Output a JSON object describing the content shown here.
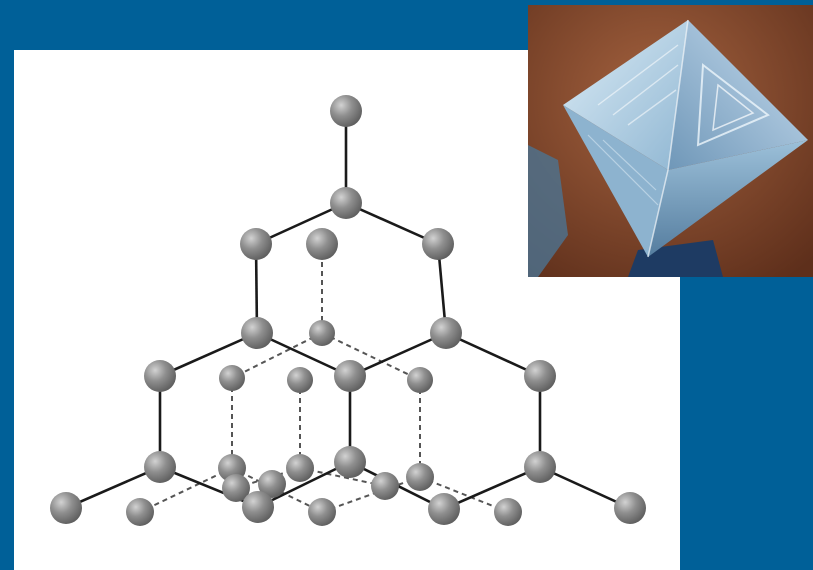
{
  "figure": {
    "subject": "diamond",
    "structure": "diamond-cubic-crystal-lattice",
    "bond_style": "solid-front-dashed-back",
    "atom_color": "#8c8c8c",
    "bond_color": "#1a1a1a",
    "background_color": "#006098",
    "panel_color": "#ffffff"
  },
  "photo": {
    "subject": "octahedral-diamond-crystal",
    "crystal_color": "#a9cfe6",
    "background_color": "#7a4229"
  }
}
